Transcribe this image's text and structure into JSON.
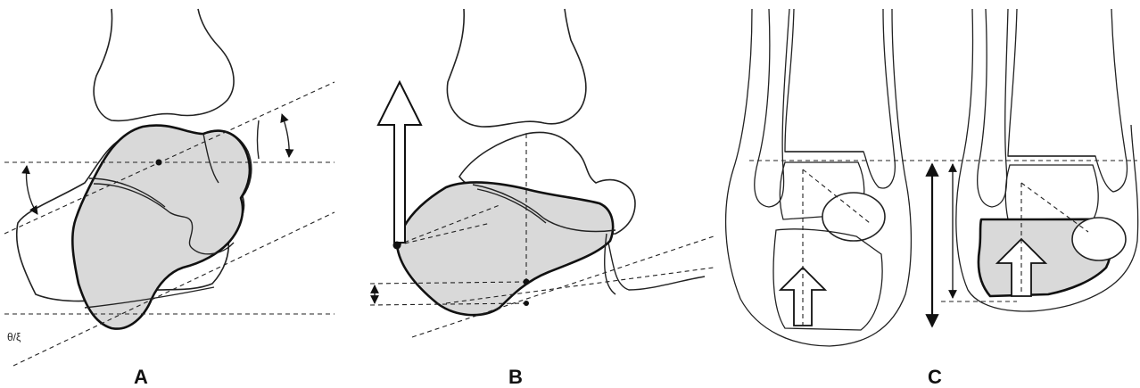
{
  "figure": {
    "panels": [
      {
        "id": "a",
        "label": "A",
        "angle_marker": "θ/ξ"
      },
      {
        "id": "b",
        "label": "B"
      },
      {
        "id": "c",
        "label": "C"
      }
    ]
  }
}
